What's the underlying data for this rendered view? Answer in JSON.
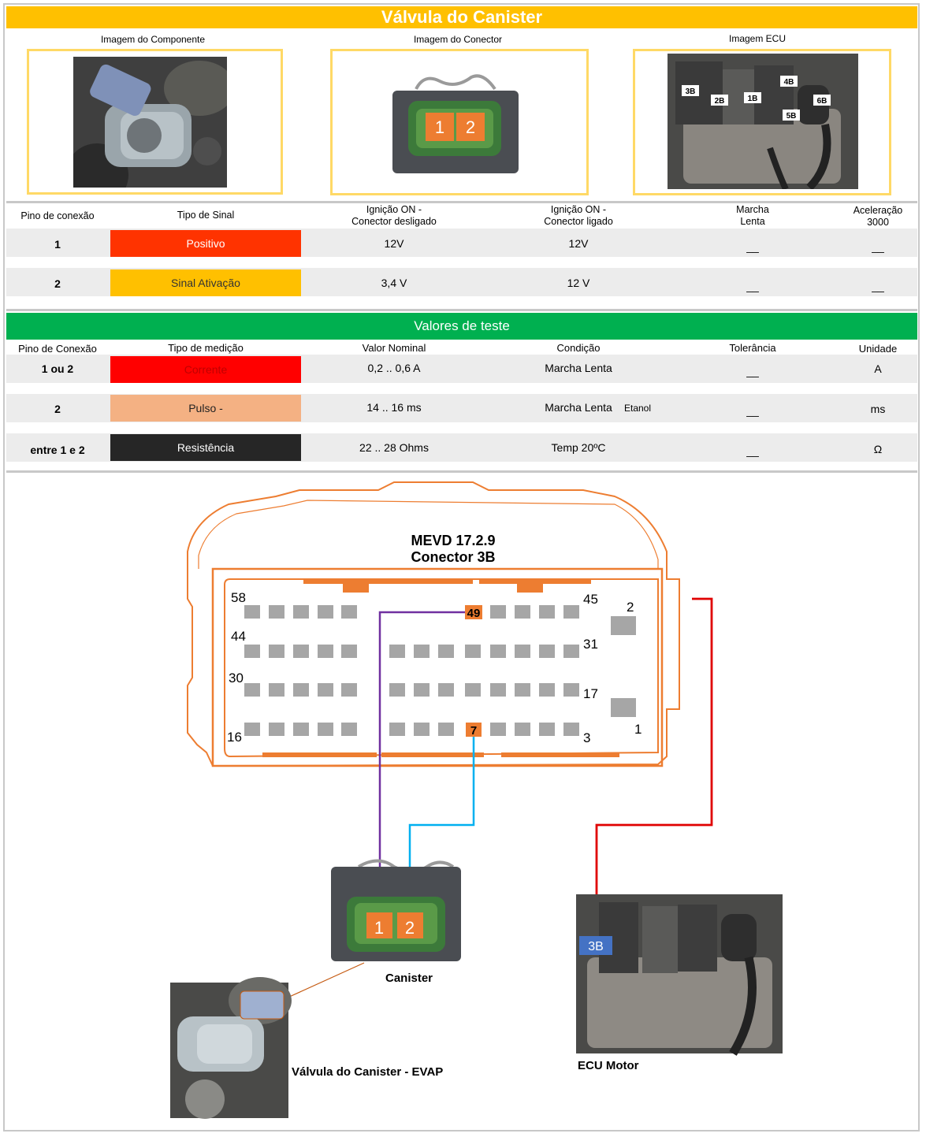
{
  "title": "Válvula do Canister",
  "images": {
    "component_label": "Imagem do Componente",
    "connector_label": "Imagem do Conector",
    "ecu_label": "Imagem ECU",
    "connector_pins": [
      "1",
      "2"
    ],
    "ecu_tags": [
      "3B",
      "2B",
      "1B",
      "4B",
      "5B",
      "6B"
    ]
  },
  "signals": {
    "headers": [
      "Pino de conexão",
      "Tipo de Sinal",
      "Ignição ON -\nConector desligado",
      "Ignição ON -\nConector ligado",
      "Marcha\nLenta",
      "Aceleração\n3000"
    ],
    "rows": [
      {
        "pin": "1",
        "type": "Positivo",
        "color": "#ff3300",
        "text_color": "#ffffff",
        "off": "12V",
        "on": "12V",
        "idle": "__",
        "accel": "__"
      },
      {
        "pin": "2",
        "type": "Sinal Ativação",
        "color": "#ffc000",
        "text_color": "#333333",
        "off": "3,4 V",
        "on": "12 V",
        "idle": "__",
        "accel": "__"
      }
    ]
  },
  "tests": {
    "title": "Valores de teste",
    "headers": [
      "Pino de Conexão",
      "Tipo de medição",
      "Valor Nominal",
      "Condição",
      "Tolerância",
      "Unidade"
    ],
    "rows": [
      {
        "pin": "1 ou 2",
        "type": "Corrente",
        "color": "#ff0000",
        "text_color": "#c00000",
        "nominal": "0,2 .. 0,6 A",
        "condition": "Marcha Lenta",
        "note": "",
        "tolerance": "__",
        "unit": "A"
      },
      {
        "pin": "2",
        "type": "Pulso -",
        "color": "#f4b183",
        "text_color": "#222222",
        "nominal": "14 .. 16 ms",
        "condition": "Marcha Lenta",
        "note": "Etanol",
        "tolerance": "__",
        "unit": "ms"
      },
      {
        "pin": "entre 1 e 2",
        "type": "Resistência",
        "color": "#262626",
        "text_color": "#ffffff",
        "nominal": "22 .. 28 Ohms",
        "condition": "Temp 20ºC",
        "note": "",
        "tolerance": "__",
        "unit": "Ω"
      }
    ]
  },
  "diagram": {
    "ecu_model": "MEVD 17.2.9",
    "connector_name": "Conector 3B",
    "pin_numbers": {
      "p58": "58",
      "p45": "45",
      "p44": "44",
      "p31": "31",
      "p30": "30",
      "p17": "17",
      "p16": "16",
      "p3": "3",
      "p2": "2",
      "p1": "1"
    },
    "highlight_pins": {
      "top": "49",
      "bottom": "7"
    },
    "canister_pins": [
      "1",
      "2"
    ],
    "canister_label": "Canister",
    "valve_label": "Válvula do Canister - EVAP",
    "ecu_motor_label": "ECU Motor",
    "ecu_tag": "3B"
  }
}
